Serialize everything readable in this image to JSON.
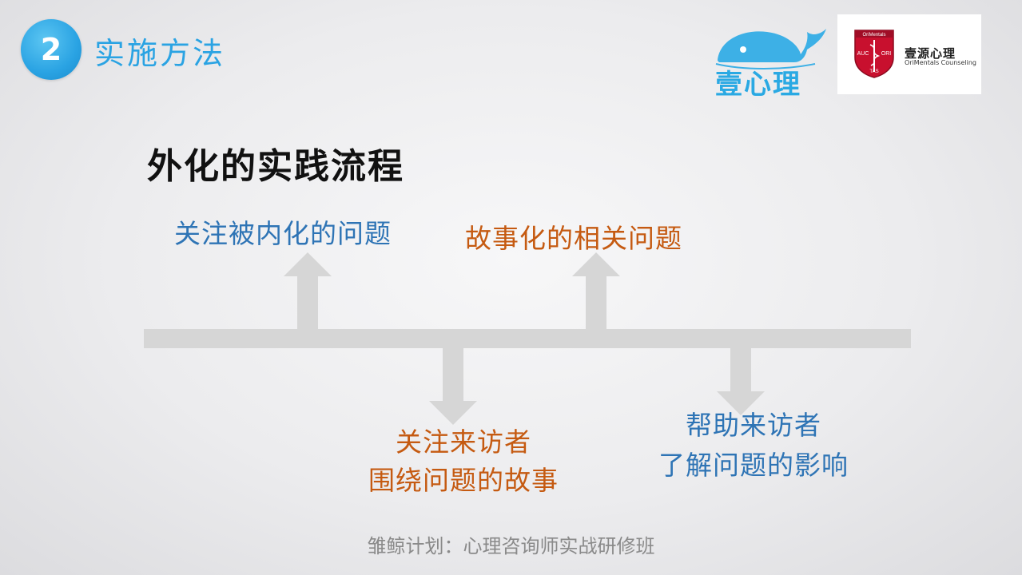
{
  "header": {
    "section_number": "2",
    "section_title": "实施方法"
  },
  "logos": {
    "whale_text": "壹心理",
    "brand_name": "壹源心理",
    "brand_sub": "OriMentals Counseling",
    "shield_text_top": "OriMentals",
    "shield_text_left": "AUC",
    "shield_text_right": "ORI",
    "shield_text_bottom": "TAS"
  },
  "main": {
    "title": "外化的实践流程",
    "steps": [
      {
        "text": "关注被内化的问题"
      },
      {
        "text": "故事化的相关问题"
      },
      {
        "line1": "关注来访者",
        "line2": "围绕问题的故事"
      },
      {
        "line1": "帮助来访者",
        "line2": "了解问题的影响"
      }
    ]
  },
  "footer": {
    "text": "雏鲸计划：心理咨询师实战研修班"
  },
  "colors": {
    "accent_blue": "#2aa3e3",
    "step_blue": "#2e74b5",
    "step_orange": "#c55a11",
    "arrow_gray": "#d6d6d6"
  }
}
